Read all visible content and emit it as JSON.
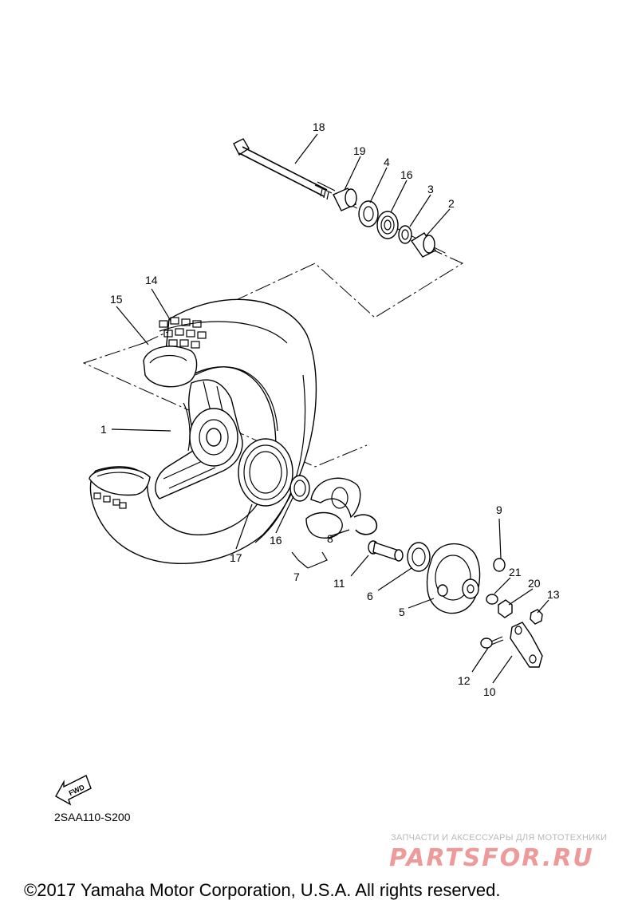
{
  "diagram": {
    "callouts": {
      "p1": "1",
      "p2": "2",
      "p3": "3",
      "p4": "4",
      "p5": "5",
      "p6": "6",
      "p7": "7",
      "p8": "8",
      "p9": "9",
      "p10": "10",
      "p11": "11",
      "p12": "12",
      "p13": "13",
      "p14": "14",
      "p15": "15",
      "p16a": "16",
      "p16b": "16",
      "p17": "17",
      "p18": "18",
      "p19": "19",
      "p20": "20",
      "p21": "21"
    },
    "fwd_label": "FWD",
    "code": "2SAA110-S200"
  },
  "watermark": {
    "tagline": "ЗАПЧАСТИ И АКСЕССУАРЫ ДЛЯ МОТОТЕХНИКИ",
    "logo": "PARTSFOR.RU"
  },
  "copyright": "©2017 Yamaha Motor Corporation, U.S.A. All rights reserved."
}
